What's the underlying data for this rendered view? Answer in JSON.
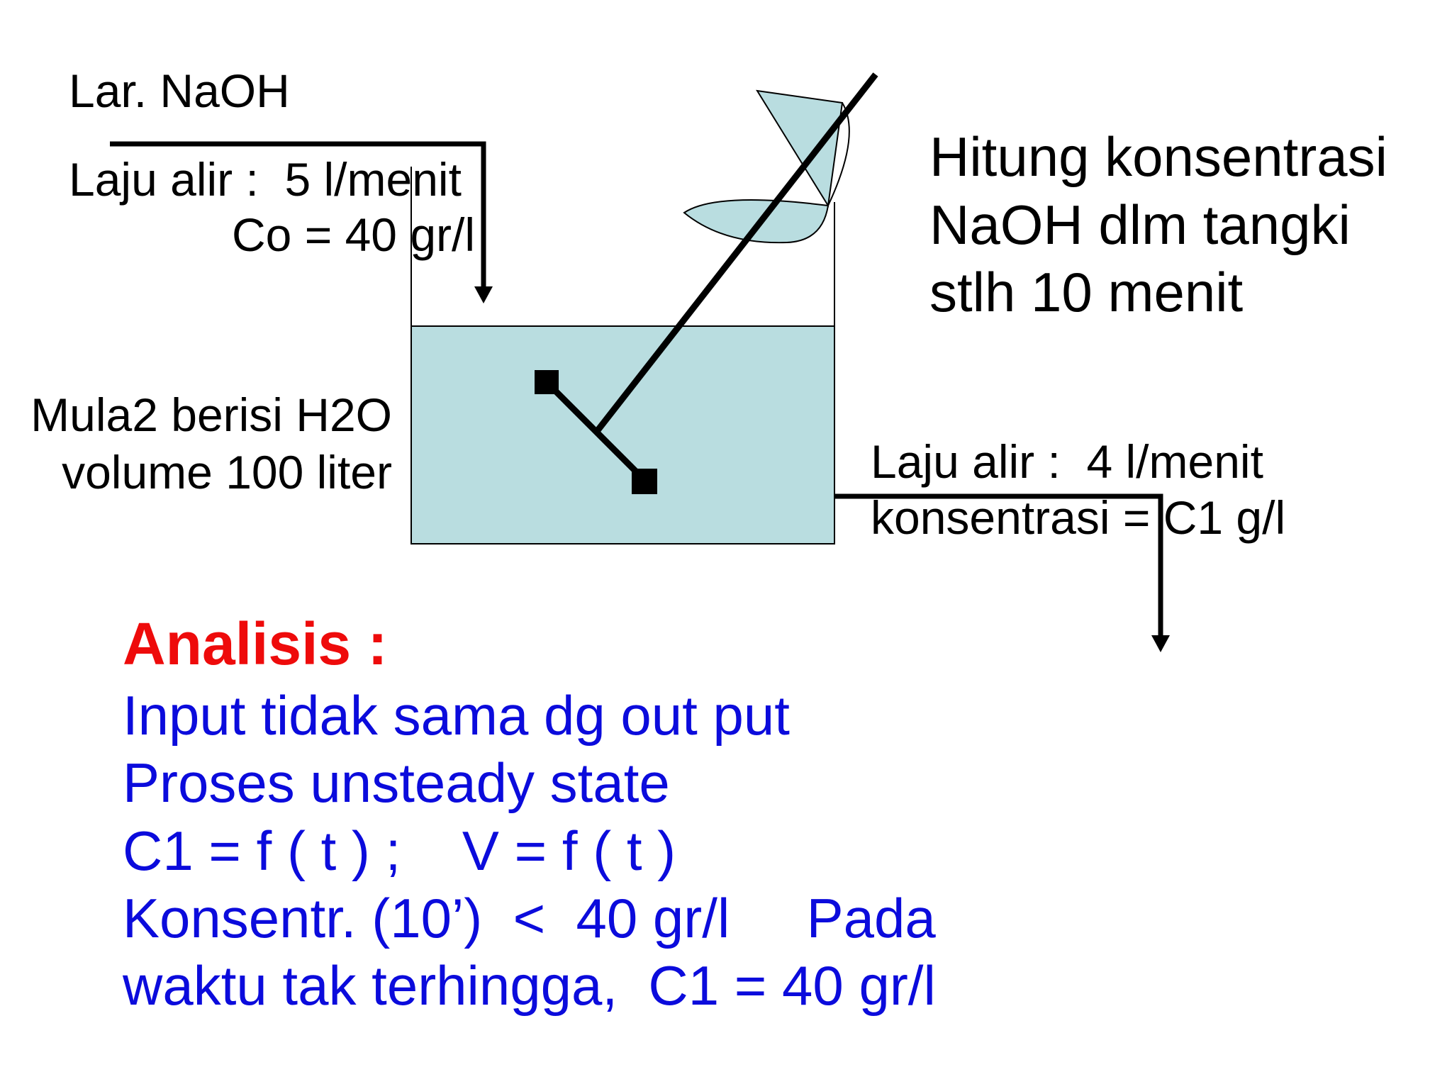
{
  "diagram": {
    "inlet": {
      "solution_label": "Lar. NaOH",
      "flow_label": "Laju alir :  5 l/menit",
      "conc_label": "Co = 40 gr/l"
    },
    "tank": {
      "initial_line1": "Mula2 berisi H2O",
      "initial_line2": "volume 100 liter"
    },
    "outlet": {
      "flow_label": "Laju alir :  4 l/menit",
      "conc_label": "konsentrasi = C1 g/l"
    },
    "question": {
      "line1": "Hitung konsentrasi",
      "line2": "NaOH dlm tangki",
      "line3": "stlh 10 menit"
    }
  },
  "analysis": {
    "heading": "Analisis :",
    "lines": [
      "Input tidak sama dg out put",
      "Proses unsteady state",
      "C1 = f ( t ) ;    V = f ( t )",
      "Konsentr. (10’)  <  40 gr/l     Pada",
      "waktu tak terhingga,  C1 = 40 gr/l"
    ]
  },
  "colors": {
    "liquid": "#b9dde0",
    "analysis_heading": "#ee0b0b",
    "analysis_text": "#0b0bdc"
  }
}
